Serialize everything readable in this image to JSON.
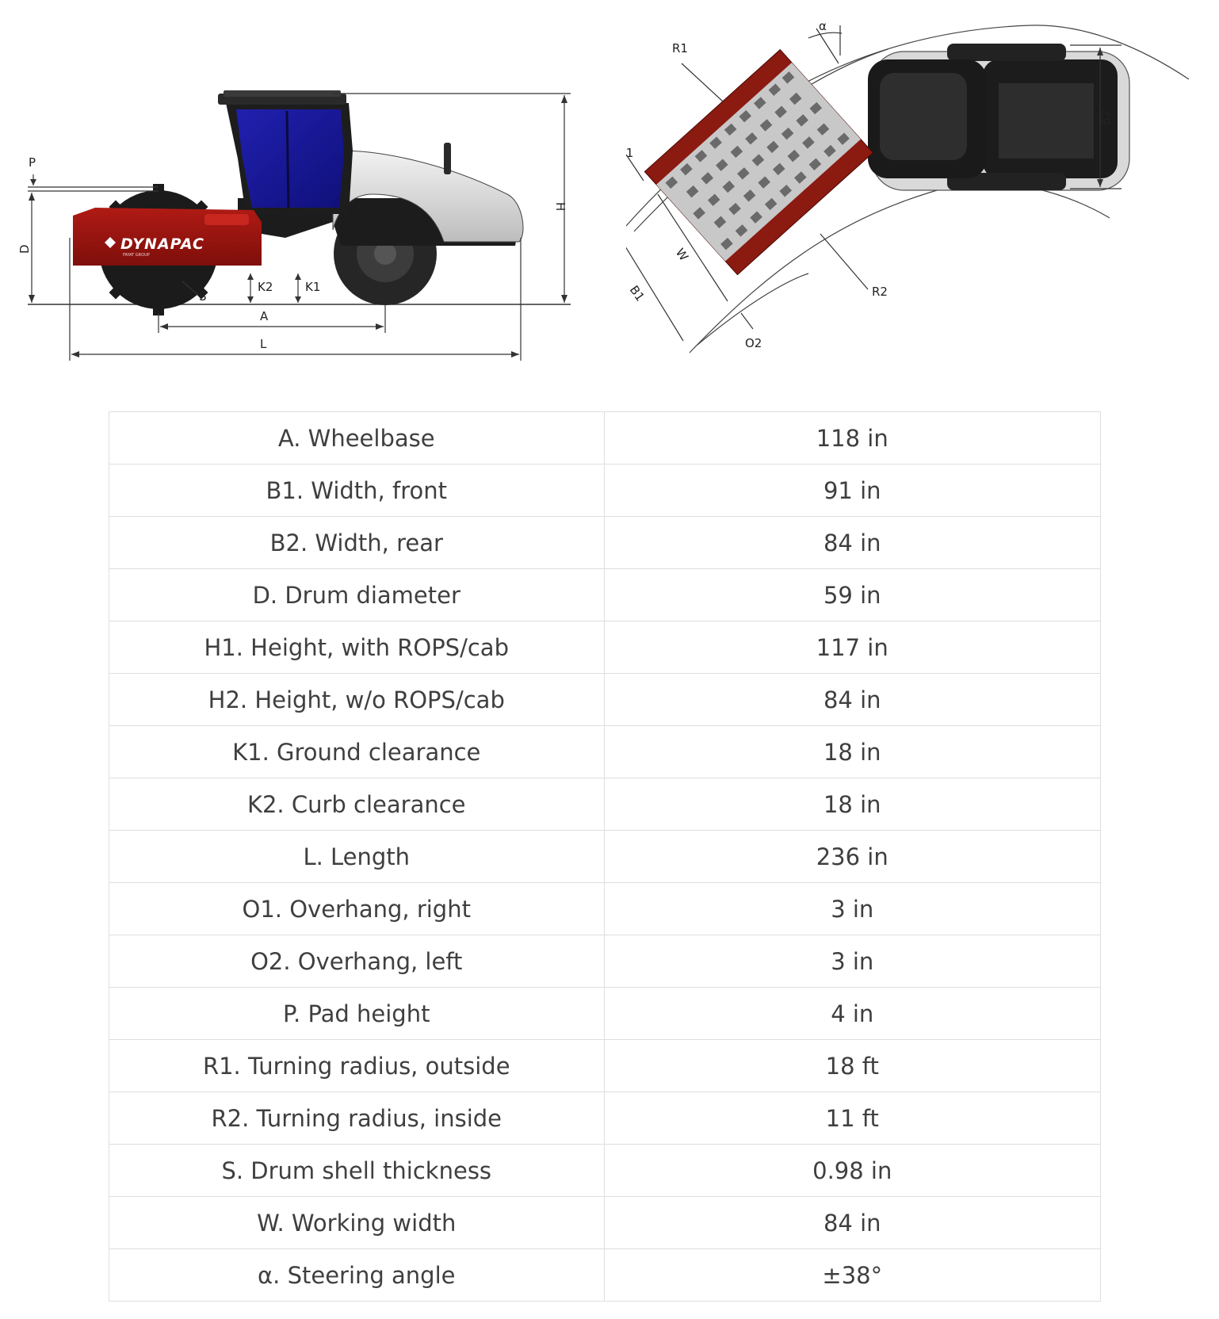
{
  "diagram": {
    "side_view": {
      "brand": "DYNAPAC",
      "brand_sub": "FAYAT GROUP",
      "labels": {
        "P": "P",
        "D": "D",
        "H": "H",
        "K2": "K2",
        "K1": "K1",
        "S": "S",
        "A": "A",
        "L": "L"
      }
    },
    "top_view": {
      "labels": {
        "alpha": "α",
        "R1": "R1",
        "O1": "O1",
        "W": "W",
        "B1": "B1",
        "O2": "O2",
        "R2": "R2",
        "B2": "B2"
      }
    }
  },
  "specs": [
    {
      "label": "A. Wheelbase",
      "value": "118 in"
    },
    {
      "label": "B1. Width, front",
      "value": "91 in"
    },
    {
      "label": "B2. Width, rear",
      "value": "84 in"
    },
    {
      "label": "D. Drum diameter",
      "value": "59 in"
    },
    {
      "label": "H1. Height, with ROPS/cab",
      "value": "117 in"
    },
    {
      "label": "H2. Height, w/o ROPS/cab",
      "value": "84 in"
    },
    {
      "label": "K1. Ground clearance",
      "value": "18 in"
    },
    {
      "label": "K2. Curb clearance",
      "value": "18 in"
    },
    {
      "label": "L. Length",
      "value": "236 in"
    },
    {
      "label": "O1. Overhang, right",
      "value": "3 in"
    },
    {
      "label": "O2. Overhang, left",
      "value": "3 in"
    },
    {
      "label": "P. Pad height",
      "value": "4 in"
    },
    {
      "label": "R1. Turning radius, outside",
      "value": "18 ft"
    },
    {
      "label": "R2. Turning radius, inside",
      "value": "11 ft"
    },
    {
      "label": "S. Drum shell thickness",
      "value": "0.98 in"
    },
    {
      "label": "W. Working width",
      "value": "84 in"
    },
    {
      "label": "α. Steering angle",
      "value": "±38°"
    }
  ]
}
